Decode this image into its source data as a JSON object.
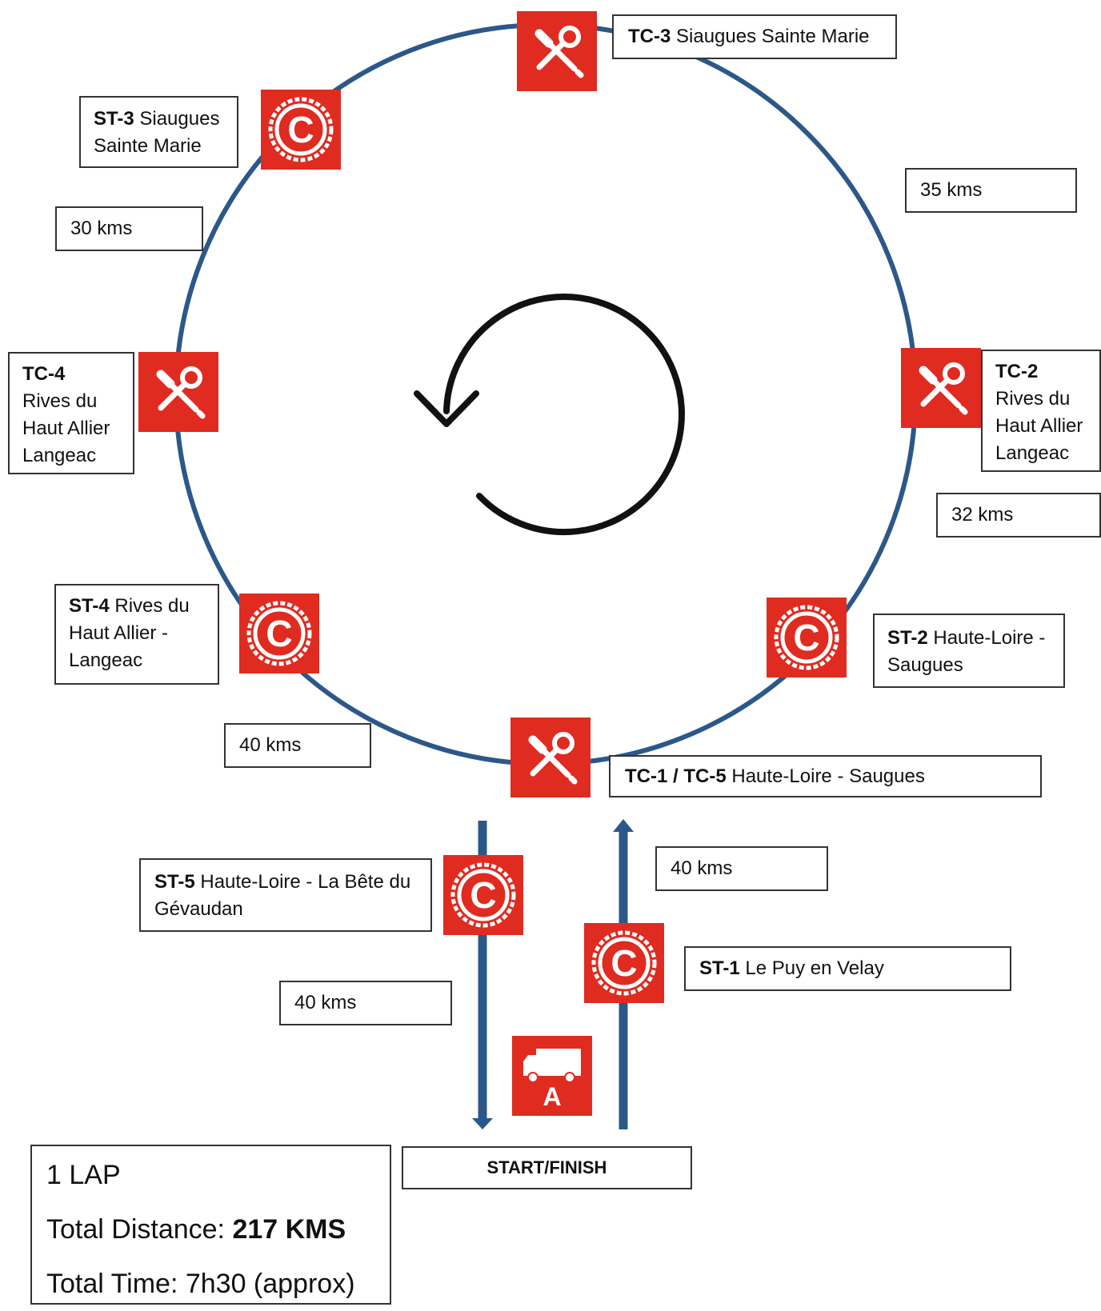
{
  "loop_direction": "counter-clockwise",
  "colors": {
    "route": "#2c5889",
    "sign_red": "#e02b20",
    "arrow_black": "#111111"
  },
  "icons": {
    "time_control": "tools-icon",
    "stage": "stage-c-icon",
    "assistance": "truck-icon"
  },
  "controls": {
    "tc3": {
      "code": "TC-3",
      "name": "Siaugues Sainte Marie"
    },
    "st3": {
      "code": "ST-3",
      "name": "Siaugues Sainte Marie"
    },
    "tc4": {
      "code": "TC-4",
      "name": "Rives du Haut Allier Langeac"
    },
    "tc2": {
      "code": "TC-2",
      "name": "Rives du Haut Allier Langeac"
    },
    "st4": {
      "code": "ST-4",
      "name": "Rives du Haut Allier - Langeac"
    },
    "st2": {
      "code": "ST-2",
      "name": "Haute-Loire - Saugues"
    },
    "tc1": {
      "code": "TC-1",
      "sep": " / ",
      "code2": "TC-5",
      "name": "Haute-Loire - Saugues"
    },
    "st5": {
      "code": "ST-5",
      "name": "Haute-Loire - La Bête du Gévaudan"
    },
    "st1": {
      "code": "ST-1",
      "name": "Le Puy en Velay"
    }
  },
  "distances": {
    "top_right": "35 kms",
    "top_left": "30 kms",
    "right": "32 kms",
    "bottom_left": "40 kms",
    "inbound": "40 kms",
    "outbound": "40 kms"
  },
  "assistance_letter": "A",
  "start_finish": "START/FINISH",
  "summary": {
    "laps": "1 LAP",
    "distance_label": "Total Distance: ",
    "distance_value": "217 KMS",
    "time": "Total Time: 7h30 (approx)"
  }
}
